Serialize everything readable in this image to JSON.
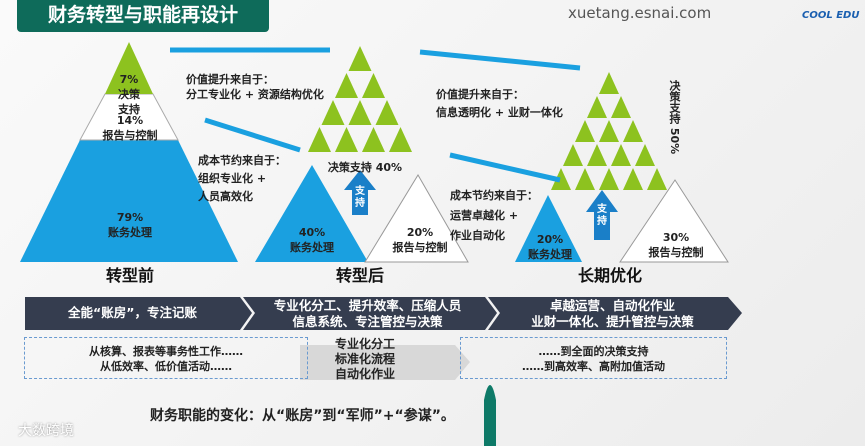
{
  "title": "财务转型与职能再设计",
  "logo": {
    "url": "xuetang.esnai.com",
    "cool": "COOL EDU"
  },
  "before": {
    "label": "转型前",
    "top": "7%\n决策\n支持",
    "mid": "14%\n报告与控制",
    "bottom": "79%\n账务处理"
  },
  "after": {
    "label": "转型后",
    "decision": "决策支持 40%",
    "support": "支持",
    "account": "40%\n账务处理",
    "report": "20%\n报告与控制"
  },
  "longterm": {
    "label": "长期优化",
    "decision": "决策支持 50%",
    "support": "支持",
    "account": "20%\n账务处理",
    "report": "30%\n报告与控制"
  },
  "notes": {
    "value1": "价值提升来自于：\n分工专业化 + 资源结构优化",
    "cost1": "成本节约来自于：\n组织专业化 +\n人员高效化",
    "value2": "价值提升来自于：\n信息透明化 + 业财一体化",
    "cost2": "成本节约来自于：\n运营卓越化 +\n作业自动化"
  },
  "band": [
    "全能“账房”，专注记账",
    "专业化分工、提升效率、压缩人员\n信息系统、专注管控与决策",
    "卓越运营、自动化作业\n业财一体化、提升管控与决策"
  ],
  "left_box": "从核算、报表等事务性工作……\n从低效率、低价值活动……",
  "middle_steps": "专业化分工\n标准化流程\n自动化作业",
  "right_box": "……到全面的决策支持\n……到高效率、高附加值活动",
  "conclusion": "财务职能的变化：从“账房”到“军师”+“参谋”。",
  "watermark": "大数跨境",
  "colors": {
    "green": "#8dc21f",
    "blue": "#1aa0e0",
    "dark": "#353d4f",
    "title": "#0e6b5a"
  }
}
